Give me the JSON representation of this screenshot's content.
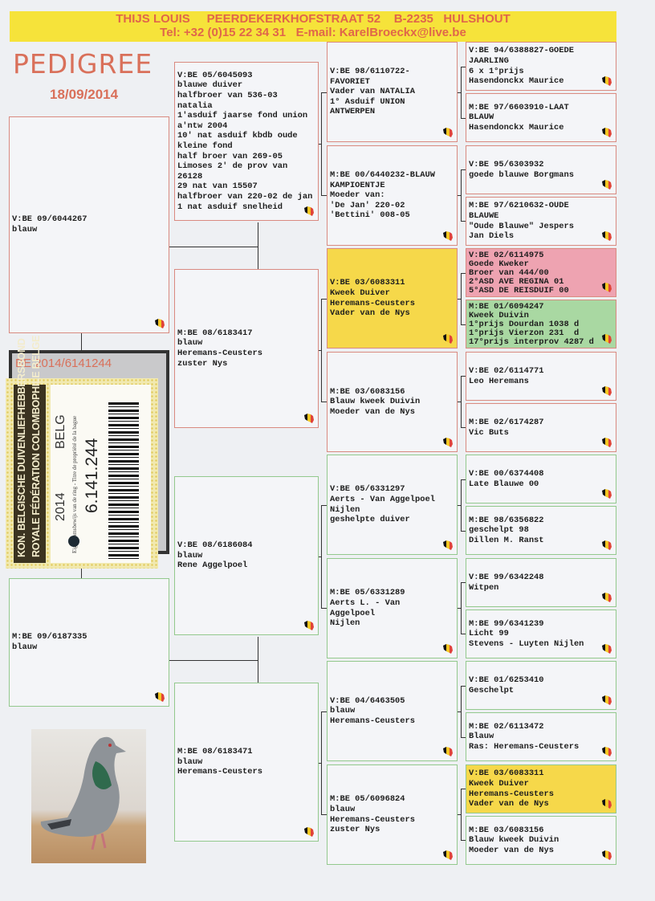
{
  "header": {
    "line1": "THIJS LOUIS     PEERDEKERKHOFSTRAAT 52    B-2235   HULSHOUT",
    "line2": "Tel: +32 (0)15 22 34 31   E-mail: KarelBroeckx@live.be"
  },
  "title": "PEDIGREE",
  "date": "18/09/2014",
  "subject": {
    "ring_id": "BE 2014/6141244"
  },
  "ring_label": {
    "org_nl": "KON. BELGISCHE DUIVENLIEFHEBBERSBOND",
    "org_fr": "ROYALE FÉDÉRATION COLOMBOPHILE BELGE",
    "year": "2014",
    "country": "BELG",
    "number": "6.141.244",
    "small_print": "Eigendomsbewijs van de ring - Titre de propriété de la bague"
  },
  "colors": {
    "accent": "#d9705a",
    "header_bg": "#f6e33a",
    "sire_border": "#d98a80",
    "dam_border": "#93c98d"
  },
  "generation1": [
    {
      "lines": [
        "V:BE 09/6044267",
        "blauw"
      ]
    },
    {
      "lines": [
        "M:BE 09/6187335",
        "blauw"
      ]
    }
  ],
  "generation2": [
    {
      "lines": [
        "V:BE 05/6045093",
        "blauwe duiver",
        "halfbroer van 536-03",
        "natalia",
        "1'asduif jaarse fond union",
        "a'ntw 2004",
        "10' nat asduif kbdb oude",
        "kleine fond",
        "half broer van 269-05",
        "Limoses 2' de prov van",
        "26128",
        "29 nat van 15507",
        "halfbroer van 220-02 de jan",
        "1 nat asduif snelheid"
      ]
    },
    {
      "lines": [
        "M:BE 08/6183417",
        "blauw",
        "Heremans-Ceusters",
        "zuster Nys"
      ]
    },
    {
      "lines": [
        "V:BE 08/6186084",
        "blauw",
        "Rene Aggelpoel"
      ]
    },
    {
      "lines": [
        "M:BE 08/6183471",
        "blauw",
        "Heremans-Ceusters"
      ]
    }
  ],
  "generation3": [
    {
      "lines": [
        "V:BE 98/6110722-",
        "FAVORIET",
        "Vader van NATALIA",
        "1° Asduif UNION",
        "ANTWERPEN"
      ]
    },
    {
      "lines": [
        "M:BE 00/6440232-BLAUW",
        "KAMPIOENTJE",
        "Moeder van:",
        "'De Jan' 220-02",
        "'Bettini' 008-05"
      ]
    },
    {
      "lines": [
        "V:BE 03/6083311",
        "Kweek Duiver",
        "Heremans-Ceusters",
        "Vader van de Nys"
      ],
      "highlight": "yellow"
    },
    {
      "lines": [
        "M:BE 03/6083156",
        "Blauw kweek Duivin",
        "Moeder van de Nys"
      ]
    },
    {
      "lines": [
        "V:BE 05/6331297",
        "Aerts - Van Aggelpoel",
        "Nijlen",
        "geshelpte duiver"
      ]
    },
    {
      "lines": [
        "M:BE 05/6331289",
        "Aerts L. - Van",
        "Aggelpoel",
        "Nijlen"
      ]
    },
    {
      "lines": [
        "V:BE 04/6463505",
        "blauw",
        "Heremans-Ceusters"
      ]
    },
    {
      "lines": [
        "M:BE 05/6096824",
        "blauw",
        "Heremans-Ceusters",
        "zuster Nys"
      ]
    }
  ],
  "generation4": [
    {
      "lines": [
        "V:BE 94/6388827-GOEDE",
        "JAARLING",
        "6 x 1°prijs",
        "Hasendonckx Maurice"
      ]
    },
    {
      "lines": [
        "M:BE 97/6603910-LAAT",
        "BLAUW",
        "Hasendonckx Maurice"
      ]
    },
    {
      "lines": [
        "V:BE 95/6303932",
        "goede blauwe Borgmans"
      ]
    },
    {
      "lines": [
        "M:BE 97/6210632-OUDE",
        "BLAUWE",
        "\"Oude Blauwe\" Jespers",
        "Jan Diels"
      ]
    },
    {
      "lines": [
        "V:BE 02/6114975",
        "Goede Kweker",
        "Broer van 444/00",
        "2°ASD AVE REGINA 01",
        "5°ASD DE REISDUIF 00"
      ],
      "highlight": "pink"
    },
    {
      "lines": [
        "M:BE 01/6094247",
        "Kweek Duivin",
        "1°prijs Dourdan 1038 d",
        "1°prijs Vierzon 231  d",
        "17°prijs interprov 4287 d"
      ],
      "highlight": "green"
    },
    {
      "lines": [
        "V:BE 02/6114771",
        "Leo Heremans"
      ]
    },
    {
      "lines": [
        "M:BE 02/6174287",
        "Vic Buts"
      ]
    },
    {
      "lines": [
        "V:BE 00/6374408",
        "Late Blauwe 00"
      ]
    },
    {
      "lines": [
        "M:BE 98/6356822",
        "geschelpt 98",
        "Dillen M. Ranst"
      ]
    },
    {
      "lines": [
        "V:BE 99/6342248",
        "Witpen"
      ]
    },
    {
      "lines": [
        "M:BE 99/6341239",
        "Licht 99",
        "Stevens - Luyten Nijlen"
      ]
    },
    {
      "lines": [
        "V:BE 01/6253410",
        "Geschelpt"
      ]
    },
    {
      "lines": [
        "M:BE 02/6113472",
        "Blauw",
        "Ras: Heremans-Ceusters"
      ]
    },
    {
      "lines": [
        "V:BE 03/6083311",
        "Kweek Duiver",
        "Heremans-Ceusters",
        "Vader van de Nys"
      ],
      "highlight": "yellow"
    },
    {
      "lines": [
        "M:BE 03/6083156",
        "Blauw kweek Duivin",
        "Moeder van de Nys"
      ]
    }
  ]
}
